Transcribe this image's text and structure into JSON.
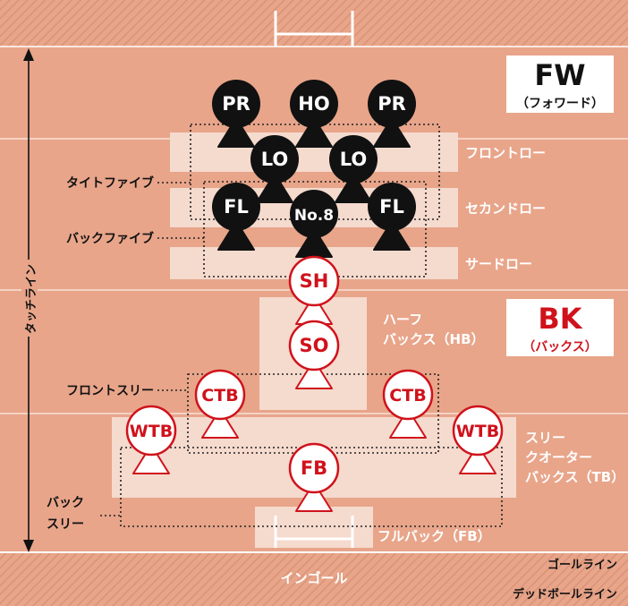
{
  "groups": {
    "fw_title": "FW",
    "fw_subtitle": "（フォワード）",
    "bk_title": "BK",
    "bk_subtitle": "（バックス）"
  },
  "zones": {
    "front_row": "フロントロー",
    "second_row": "セカンドロー",
    "third_row": "サードロー",
    "half_backs_1": "ハーフ",
    "half_backs_2": "バックス（HB）",
    "three_quarter_1": "スリー",
    "three_quarter_2": "クオーター",
    "three_quarter_3": "バックス（TB）",
    "full_back": "フルバック（FB）"
  },
  "units": {
    "tight_five": "タイトファイブ",
    "back_five": "バックファイブ",
    "front_three": "フロントスリー",
    "back_three_1": "バック",
    "back_three_2": "スリー"
  },
  "lines": {
    "touch_line": "タッチライン",
    "in_goal": "インゴール",
    "goal_line": "ゴールライン",
    "dead_ball_line": "デッドボールライン"
  },
  "players": {
    "pr_left": "PR",
    "ho": "HO",
    "pr_right": "PR",
    "lo_left": "LO",
    "lo_right": "LO",
    "fl_left": "FL",
    "no8": "No.8",
    "fl_right": "FL",
    "sh": "SH",
    "so": "SO",
    "ctb_left": "CTB",
    "ctb_right": "CTB",
    "wtb_left": "WTB",
    "wtb_right": "WTB",
    "fb": "FB"
  },
  "colors": {
    "field": "#e8a58a",
    "band": "#f5dace",
    "forward_piece": "#111111",
    "back_piece": "#d0121b",
    "back_text": "#d0121b"
  }
}
